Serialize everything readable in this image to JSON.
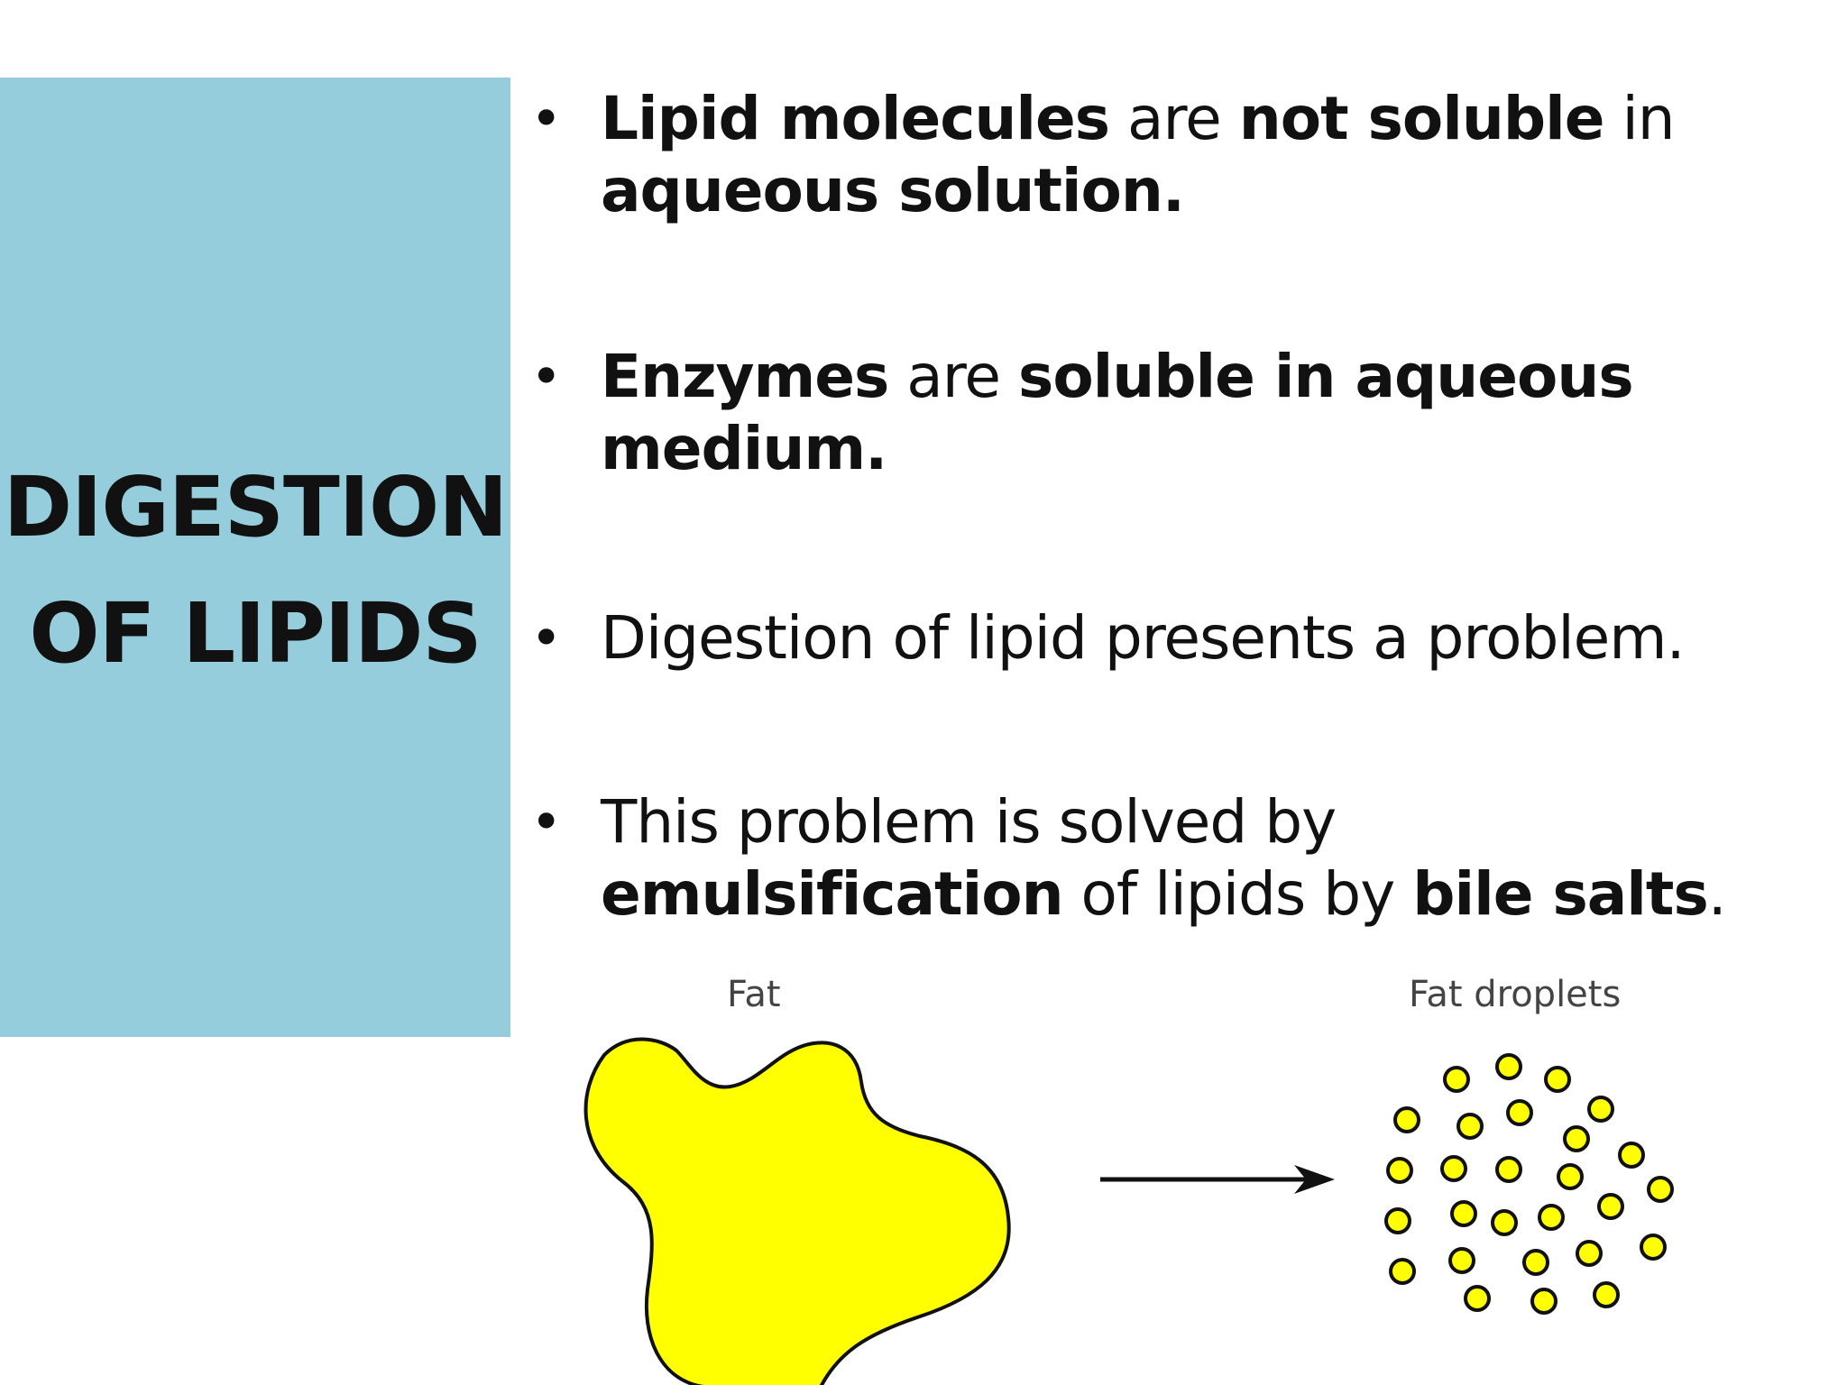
{
  "title": {
    "line1": "DIGESTION",
    "line2": "OF LIPIDS"
  },
  "bullets": [
    {
      "parts": [
        {
          "text": "Lipid molecules",
          "bold": true
        },
        {
          "text": " are ",
          "bold": false
        },
        {
          "text": "not soluble",
          "bold": true
        },
        {
          "text": " in ",
          "bold": false
        },
        {
          "text": "aqueous solution.",
          "bold": true
        }
      ]
    },
    {
      "parts": [
        {
          "text": "Enzymes",
          "bold": true
        },
        {
          "text": " are ",
          "bold": false
        },
        {
          "text": "soluble in aqueous medium.",
          "bold": true
        }
      ]
    },
    {
      "parts": [
        {
          "text": "Digestion of lipid presents a problem.",
          "bold": false
        }
      ]
    },
    {
      "parts": [
        {
          "text": "This problem is solved by ",
          "bold": false
        },
        {
          "text": "emulsification",
          "bold": true
        },
        {
          "text": " of lipids by ",
          "bold": false
        },
        {
          "text": "bile salts",
          "bold": true
        },
        {
          "text": ".",
          "bold": false
        }
      ]
    }
  ],
  "diagram": {
    "fat_label": "Fat",
    "droplets_label": "Fat droplets",
    "fat_color": "#ffff00",
    "outline_color": "#111111"
  }
}
